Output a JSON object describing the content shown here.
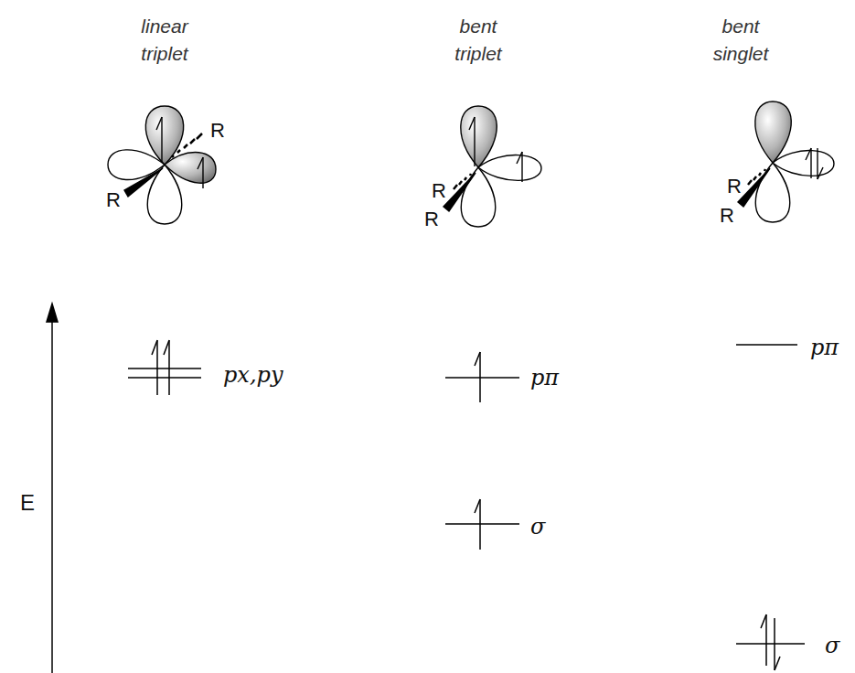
{
  "diagram": {
    "labels": [
      "linear triplet",
      "bent triplet",
      "bent singlet",
      "R",
      "R",
      "R",
      "R",
      "R",
      "R",
      "E",
      "px,py",
      "pπ",
      "σ",
      "pπ",
      "σ"
    ]
  }
}
